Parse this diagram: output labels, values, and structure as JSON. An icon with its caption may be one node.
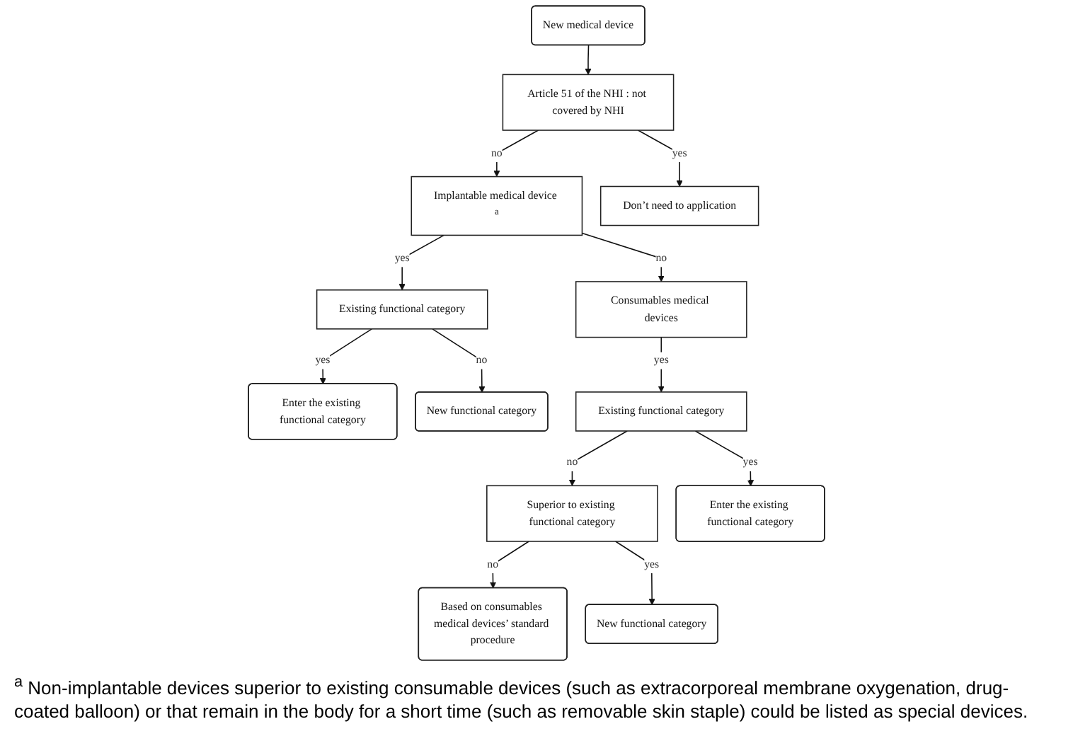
{
  "diagram": {
    "caption": "$^{a}$ Non-implantable devices superior to existing consumable devices (such as extracorporeal membrane oxygenation, drug-coated balloon) or that remain in the body for a short time (such as removable skin staple) could be listed as special devices.",
    "nodes": [
      {
        "text": [
          "Enter the existing functional category"
        ]
      },
      {
        "text": [
          "Existing functional category"
        ]
      },
      {
        "text": [
          "New functional category"
        ]
      },
      {
        "text": [
          "New medical device"
        ]
      },
      {
        "text": [
          "Article 51 of the NHI : not covered by NHI"
        ]
      },
      {
        "text": [
          "Implantable medical device $^{a}$"
        ]
      },
      {
        "text": [
          "Consumables medical devices"
        ]
      },
      {
        "text": [
          "Based on consumables medical devices’ standard procedure"
        ]
      },
      {
        "text": [
          "Existing functional category"
        ]
      },
      {
        "text": [
          "Superior to existing functional category"
        ]
      },
      {
        "text": [
          "Don’t need to application"
        ]
      },
      {
        "text": [
          "Enter the existing functional category"
        ]
      },
      {
        "text": [
          "New functional category"
        ]
      }
    ],
    "edges": [
      {
        "from": 3,
        "to": 4,
        "arrow": "to"
      },
      {
        "from": 4,
        "to": 5,
        "arrow": "to",
        "label": "no"
      },
      {
        "from": 4,
        "to": 10,
        "arrow": "to",
        "label": "yes"
      },
      {
        "from": 5,
        "to": 1,
        "arrow": "to",
        "label": "yes"
      },
      {
        "from": 1,
        "to": 0,
        "arrow": "to",
        "label": "yes"
      },
      {
        "from": 1,
        "to": 2,
        "arrow": "to",
        "label": "no"
      },
      {
        "from": 5,
        "to": 6,
        "arrow": "to",
        "label": "no"
      },
      {
        "from": 6,
        "to": 8,
        "arrow": "to",
        "label": "yes"
      },
      {
        "from": 8,
        "to": 9,
        "arrow": "to",
        "label": "no"
      },
      {
        "from": 8,
        "to": 11,
        "arrow": "to",
        "label": "yes"
      },
      {
        "from": 9,
        "to": 7,
        "arrow": "to",
        "label": "no"
      },
      {
        "from": 9,
        "to": 12,
        "arrow": "to",
        "label": "yes"
      }
    ]
  }
}
